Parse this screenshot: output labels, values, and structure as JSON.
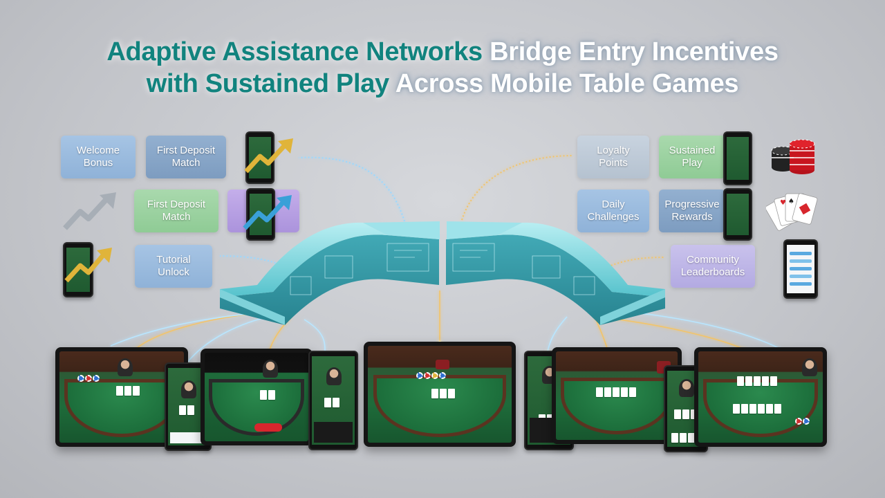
{
  "title": {
    "line1_a": "Adaptive Assistance Networks",
    "line1_b": " Bridge Entry Incentives",
    "line2_a": "with Sustained Play",
    "line2_b": " Across Mobile Table Games"
  },
  "left_cards": {
    "welcome_bonus": "Welcome Bonus",
    "first_deposit_match_top": "First Deposit Match",
    "first_deposit_match_mid": "First Deposit Match",
    "tutorial_unlock": "Tutorial Unlock"
  },
  "right_cards": {
    "loyalty_points": "Loyalty Points",
    "sustained_play": "Sustained Play",
    "daily_challenges": "Daily Challenges",
    "progressive_rewards": "Progressive Rewards",
    "community_leaderboards": "Community Leaderboards"
  },
  "icons": {
    "growth_arrow": "trend-up-arrow-icon",
    "chips": "casino-chips-icon",
    "cards": "playing-cards-icon",
    "bridge": "bridge-network-icon"
  },
  "colors": {
    "title_teal": "#11837e",
    "bridge_teal": "#3fb6c0",
    "felt_green": "#1e6b3a",
    "glow_blue": "#8fd4ff",
    "glow_gold": "#f0c060"
  }
}
